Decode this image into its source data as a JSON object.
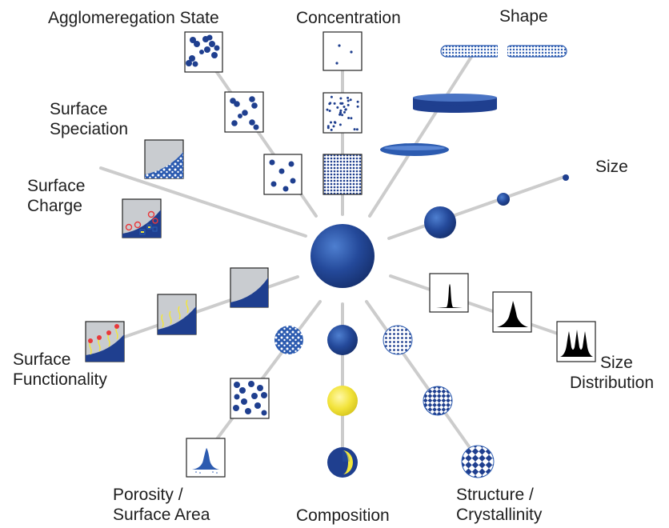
{
  "labels": {
    "agglomeration": "Agglomeregation State",
    "concentration": "Concentration",
    "shape": "Shape",
    "surface_speciation": [
      "Surface",
      "Speciation"
    ],
    "surface_charge": [
      "Surface",
      "Charge"
    ],
    "size": "Size",
    "size_distribution": [
      "Size",
      "Distribution"
    ],
    "surface_functionality": [
      "Surface",
      "Functionality"
    ],
    "porosity": [
      "Porosity /",
      "Surface Area"
    ],
    "composition": "Composition",
    "structure": [
      "Structure /",
      "Crystallinity"
    ]
  },
  "colors": {
    "navy": "#1f3f8f",
    "blue": "#2c5bb0",
    "spoke": "#cccccc",
    "yellow": "#f2e63a",
    "red": "#e8383b",
    "gray": "#c9ccd0"
  }
}
